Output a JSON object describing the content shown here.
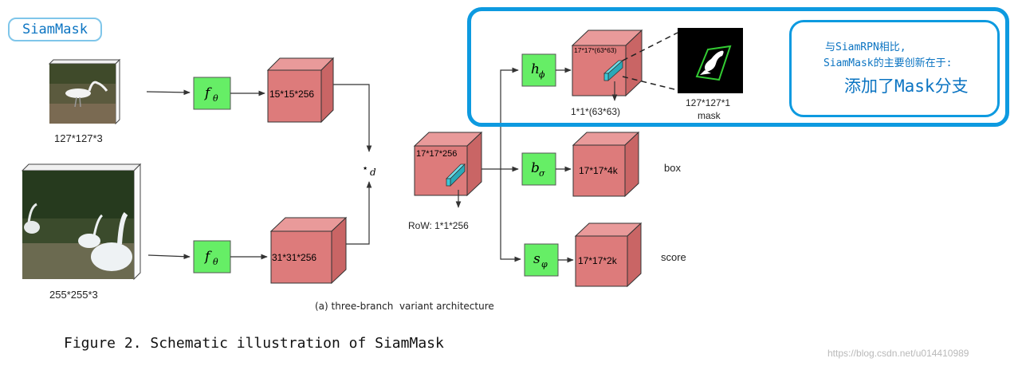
{
  "tag": "SiamMask",
  "inputs": {
    "template_label": "127*127*3",
    "search_label": "255*255*3"
  },
  "functions": {
    "f_theta_top": "f",
    "f_theta_top_sub": "θ",
    "f_theta_bottom": "f",
    "f_theta_bottom_sub": "θ",
    "h_phi": "h",
    "h_phi_sub": "ϕ",
    "b_sigma": "b",
    "b_sigma_sub": "σ",
    "s_phi": "s",
    "s_phi_sub": "φ"
  },
  "cubes": {
    "feat_top": "15*15*256",
    "feat_bottom": "31*31*256",
    "corr": "17*17*256",
    "mask_branch": "17*17*(63*63)",
    "box_branch": "17*17*4k",
    "score_branch": "17*17*2k"
  },
  "xcorr": {
    "star": "⋆",
    "sub": "d"
  },
  "row_label": "RoW: 1*1*256",
  "mask_vec_label": "1*1*(63*63)",
  "mask_out": {
    "size": "127*127*1",
    "label": "mask"
  },
  "branch_labels": {
    "box": "box",
    "score": "score"
  },
  "subcaption": "(a) three-branch  variant architecture",
  "note": {
    "line1": "与SiamRPN相比,",
    "line2": "SiamMask的主要创新在于:",
    "line3": "添加了Mask分支"
  },
  "figure_caption": "Figure 2. Schematic illustration of SiamMask",
  "watermark": "https://blog.csdn.net/u014410989",
  "colors": {
    "cube_front": "#dd7b7b",
    "cube_top": "#e99a9a",
    "cube_side": "#c96565",
    "func_box": "#66ee66",
    "highlight": "#0d9ae0",
    "vector": "#3cc8d8"
  },
  "icons": {
    "template_image": "ibis-photo",
    "search_image": "ibis-flock-photo",
    "mask_image": "mask-silhouette"
  }
}
